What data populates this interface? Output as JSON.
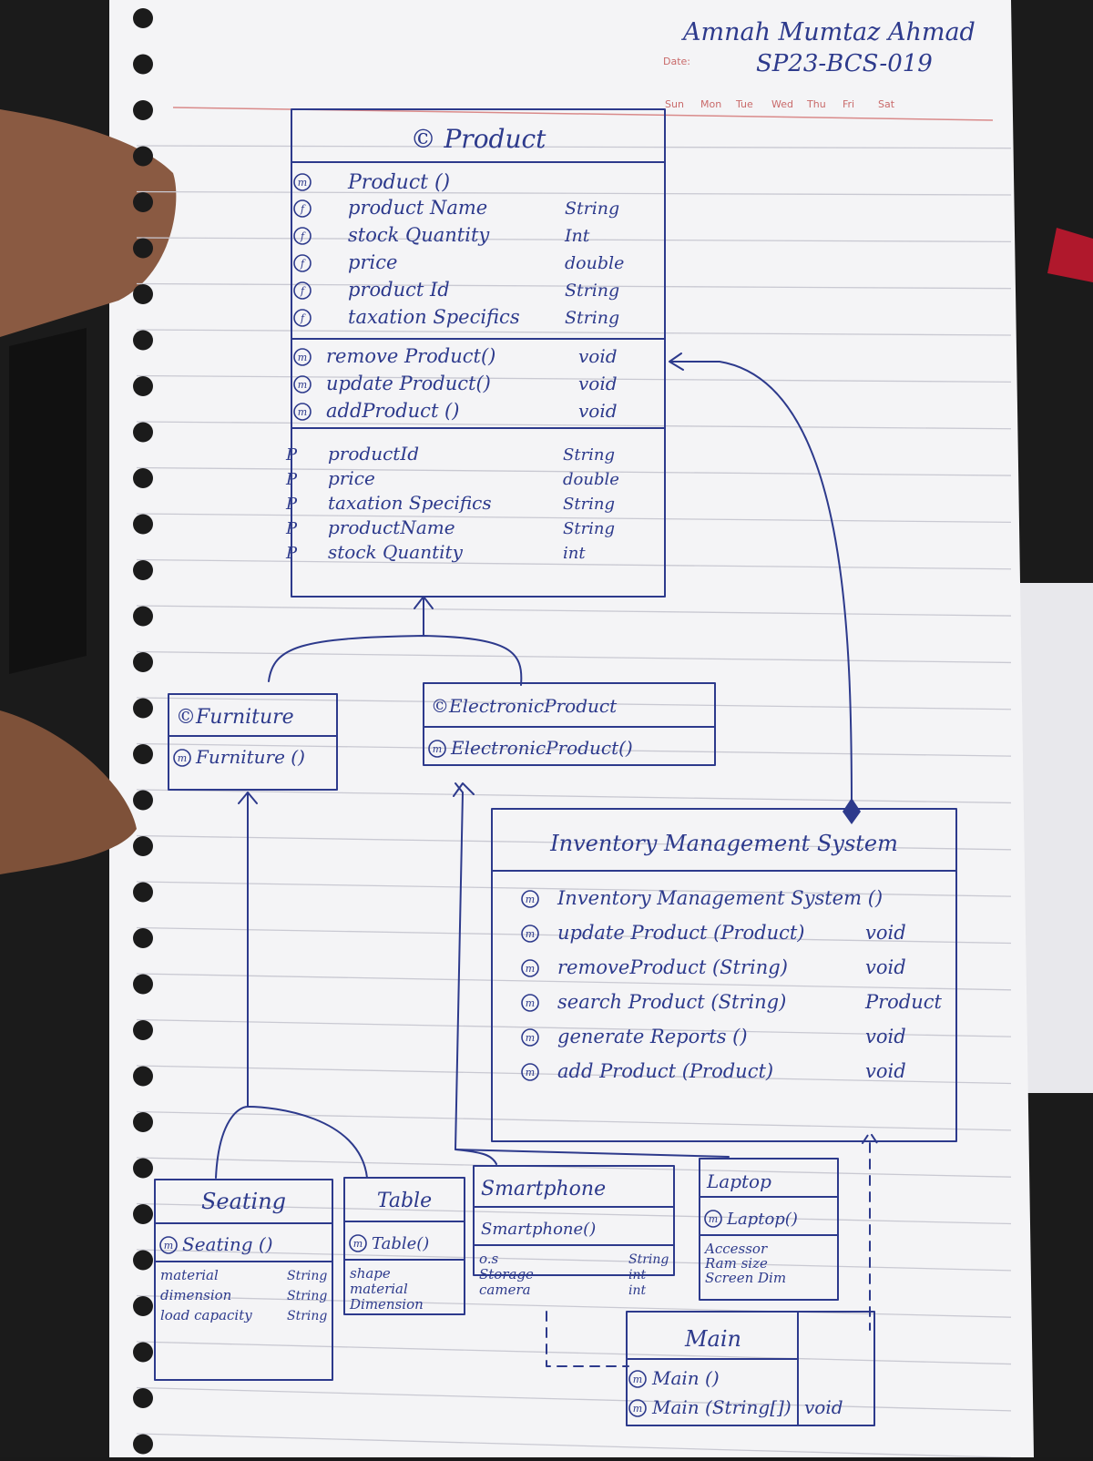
{
  "header": {
    "author": "Amnah Mumtaz Ahmad",
    "date_label": "Date:",
    "date_value": "SP23-BCS-019",
    "weekdays": [
      "Sun",
      "Mon",
      "Tue",
      "Wed",
      "Thu",
      "Fri",
      "Sat"
    ]
  },
  "product": {
    "title": "© Product",
    "constructor": {
      "icon": "m",
      "name": "Product ()"
    },
    "fields": [
      {
        "icon": "f",
        "name": "product Name",
        "type": "String"
      },
      {
        "icon": "f",
        "name": "stock Quantity",
        "type": "Int"
      },
      {
        "icon": "f",
        "name": "price",
        "type": "double"
      },
      {
        "icon": "f",
        "name": "product Id",
        "type": "String"
      },
      {
        "icon": "f",
        "name": "taxation Specifics",
        "type": "String"
      }
    ],
    "methods": [
      {
        "icon": "m",
        "name": "remove Product()",
        "type": "void"
      },
      {
        "icon": "m",
        "name": "update Product()",
        "type": "void"
      },
      {
        "icon": "m",
        "name": "addProduct ()",
        "type": "void"
      }
    ],
    "properties": [
      {
        "icon": "P",
        "name": "productId",
        "type": "String"
      },
      {
        "icon": "P",
        "name": "price",
        "type": "double"
      },
      {
        "icon": "P",
        "name": "taxation Specifics",
        "type": "String"
      },
      {
        "icon": "P",
        "name": "productName",
        "type": "String"
      },
      {
        "icon": "P",
        "name": "stock Quantity",
        "type": "int"
      }
    ]
  },
  "furniture": {
    "title": "©Furniture",
    "methods": [
      {
        "icon": "m",
        "name": "Furniture ()"
      }
    ]
  },
  "electronic": {
    "title": "©ElectronicProduct",
    "methods": [
      {
        "icon": "m",
        "name": "ElectronicProduct()"
      }
    ]
  },
  "ims": {
    "title": "Inventory Management System",
    "methods": [
      {
        "icon": "m",
        "name": "Inventory Management System ()",
        "type": ""
      },
      {
        "icon": "m",
        "name": "update Product (Product)",
        "type": "void"
      },
      {
        "icon": "m",
        "name": "removeProduct (String)",
        "type": "void"
      },
      {
        "icon": "m",
        "name": "search Product (String)",
        "type": "Product"
      },
      {
        "icon": "m",
        "name": "generate Reports ()",
        "type": "void"
      },
      {
        "icon": "m",
        "name": "add Product (Product)",
        "type": "void"
      }
    ]
  },
  "seating": {
    "title": "Seating",
    "methods": [
      {
        "icon": "m",
        "name": "Seating ()"
      }
    ],
    "fields": [
      {
        "name": "material",
        "type": "String"
      },
      {
        "name": "dimension",
        "type": "String"
      },
      {
        "name": "load capacity",
        "type": "String"
      }
    ]
  },
  "table": {
    "title": "Table",
    "methods": [
      {
        "icon": "m",
        "name": "Table()"
      }
    ],
    "fields": [
      {
        "name": "shape"
      },
      {
        "name": "material"
      },
      {
        "name": "Dimension"
      }
    ]
  },
  "smartphone": {
    "title": "Smartphone",
    "methods": [
      {
        "name": "Smartphone()"
      }
    ],
    "fields": [
      {
        "name": "o.s",
        "type": "String"
      },
      {
        "name": "Storage",
        "type": "int"
      },
      {
        "name": "camera",
        "type": "int"
      }
    ]
  },
  "laptop": {
    "title": "Laptop",
    "methods": [
      {
        "icon": "m",
        "name": "Laptop()"
      }
    ],
    "fields": [
      {
        "name": "Accessor"
      },
      {
        "name": "Ram size"
      },
      {
        "name": "Screen Dim"
      }
    ]
  },
  "main": {
    "title": "Main",
    "methods": [
      {
        "icon": "m",
        "name": "Main ()",
        "type": ""
      },
      {
        "icon": "m",
        "name": "Main (String[])",
        "type": "void"
      }
    ]
  }
}
